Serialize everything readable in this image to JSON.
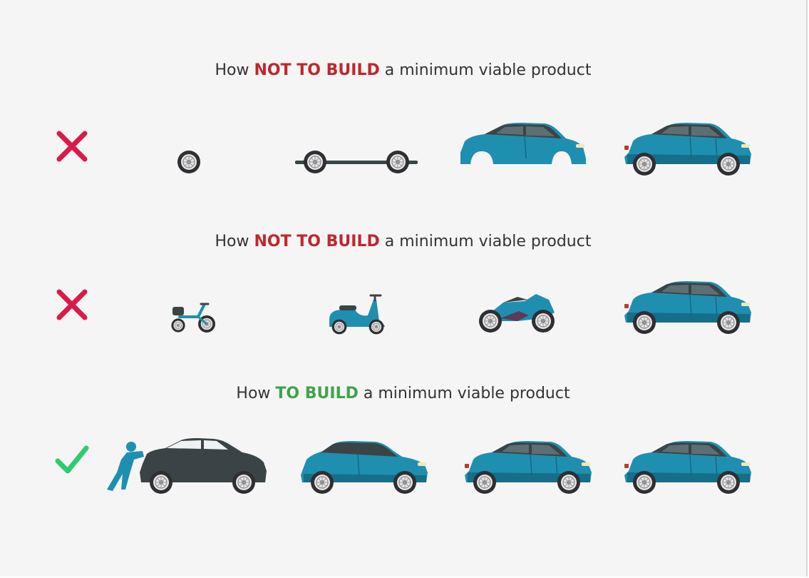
{
  "headings": [
    {
      "prefix": "How ",
      "highlight": "NOT TO BUILD",
      "suffix": " a minimum viable product",
      "status": "wrong"
    },
    {
      "prefix": "How ",
      "highlight": "NOT TO BUILD",
      "suffix": " a minimum viable product",
      "status": "wrong"
    },
    {
      "prefix": "How ",
      "highlight": "TO BUILD",
      "suffix": " a minimum viable product",
      "status": "right"
    }
  ],
  "colors": {
    "wrong": "#c0262d",
    "right": "#3fa34d",
    "cross": "#d81b4a",
    "check": "#2ecc71",
    "car_blue": "#1f8fb0",
    "car_dark": "#3a4447",
    "wheel": "#2f2f33"
  },
  "rows": [
    {
      "mark": "cross-icon",
      "items": [
        "wheel-icon",
        "chassis-icon",
        "car-body-icon",
        "suv-car-icon"
      ]
    },
    {
      "mark": "cross-icon",
      "items": [
        "tricycle-icon",
        "scooter-icon",
        "motorcycle-icon",
        "suv-car-icon"
      ]
    },
    {
      "mark": "check-icon",
      "items": [
        "person-pushing-car-icon",
        "hatchback-car-icon",
        "suv-car-icon",
        "suv-car-icon"
      ]
    }
  ]
}
